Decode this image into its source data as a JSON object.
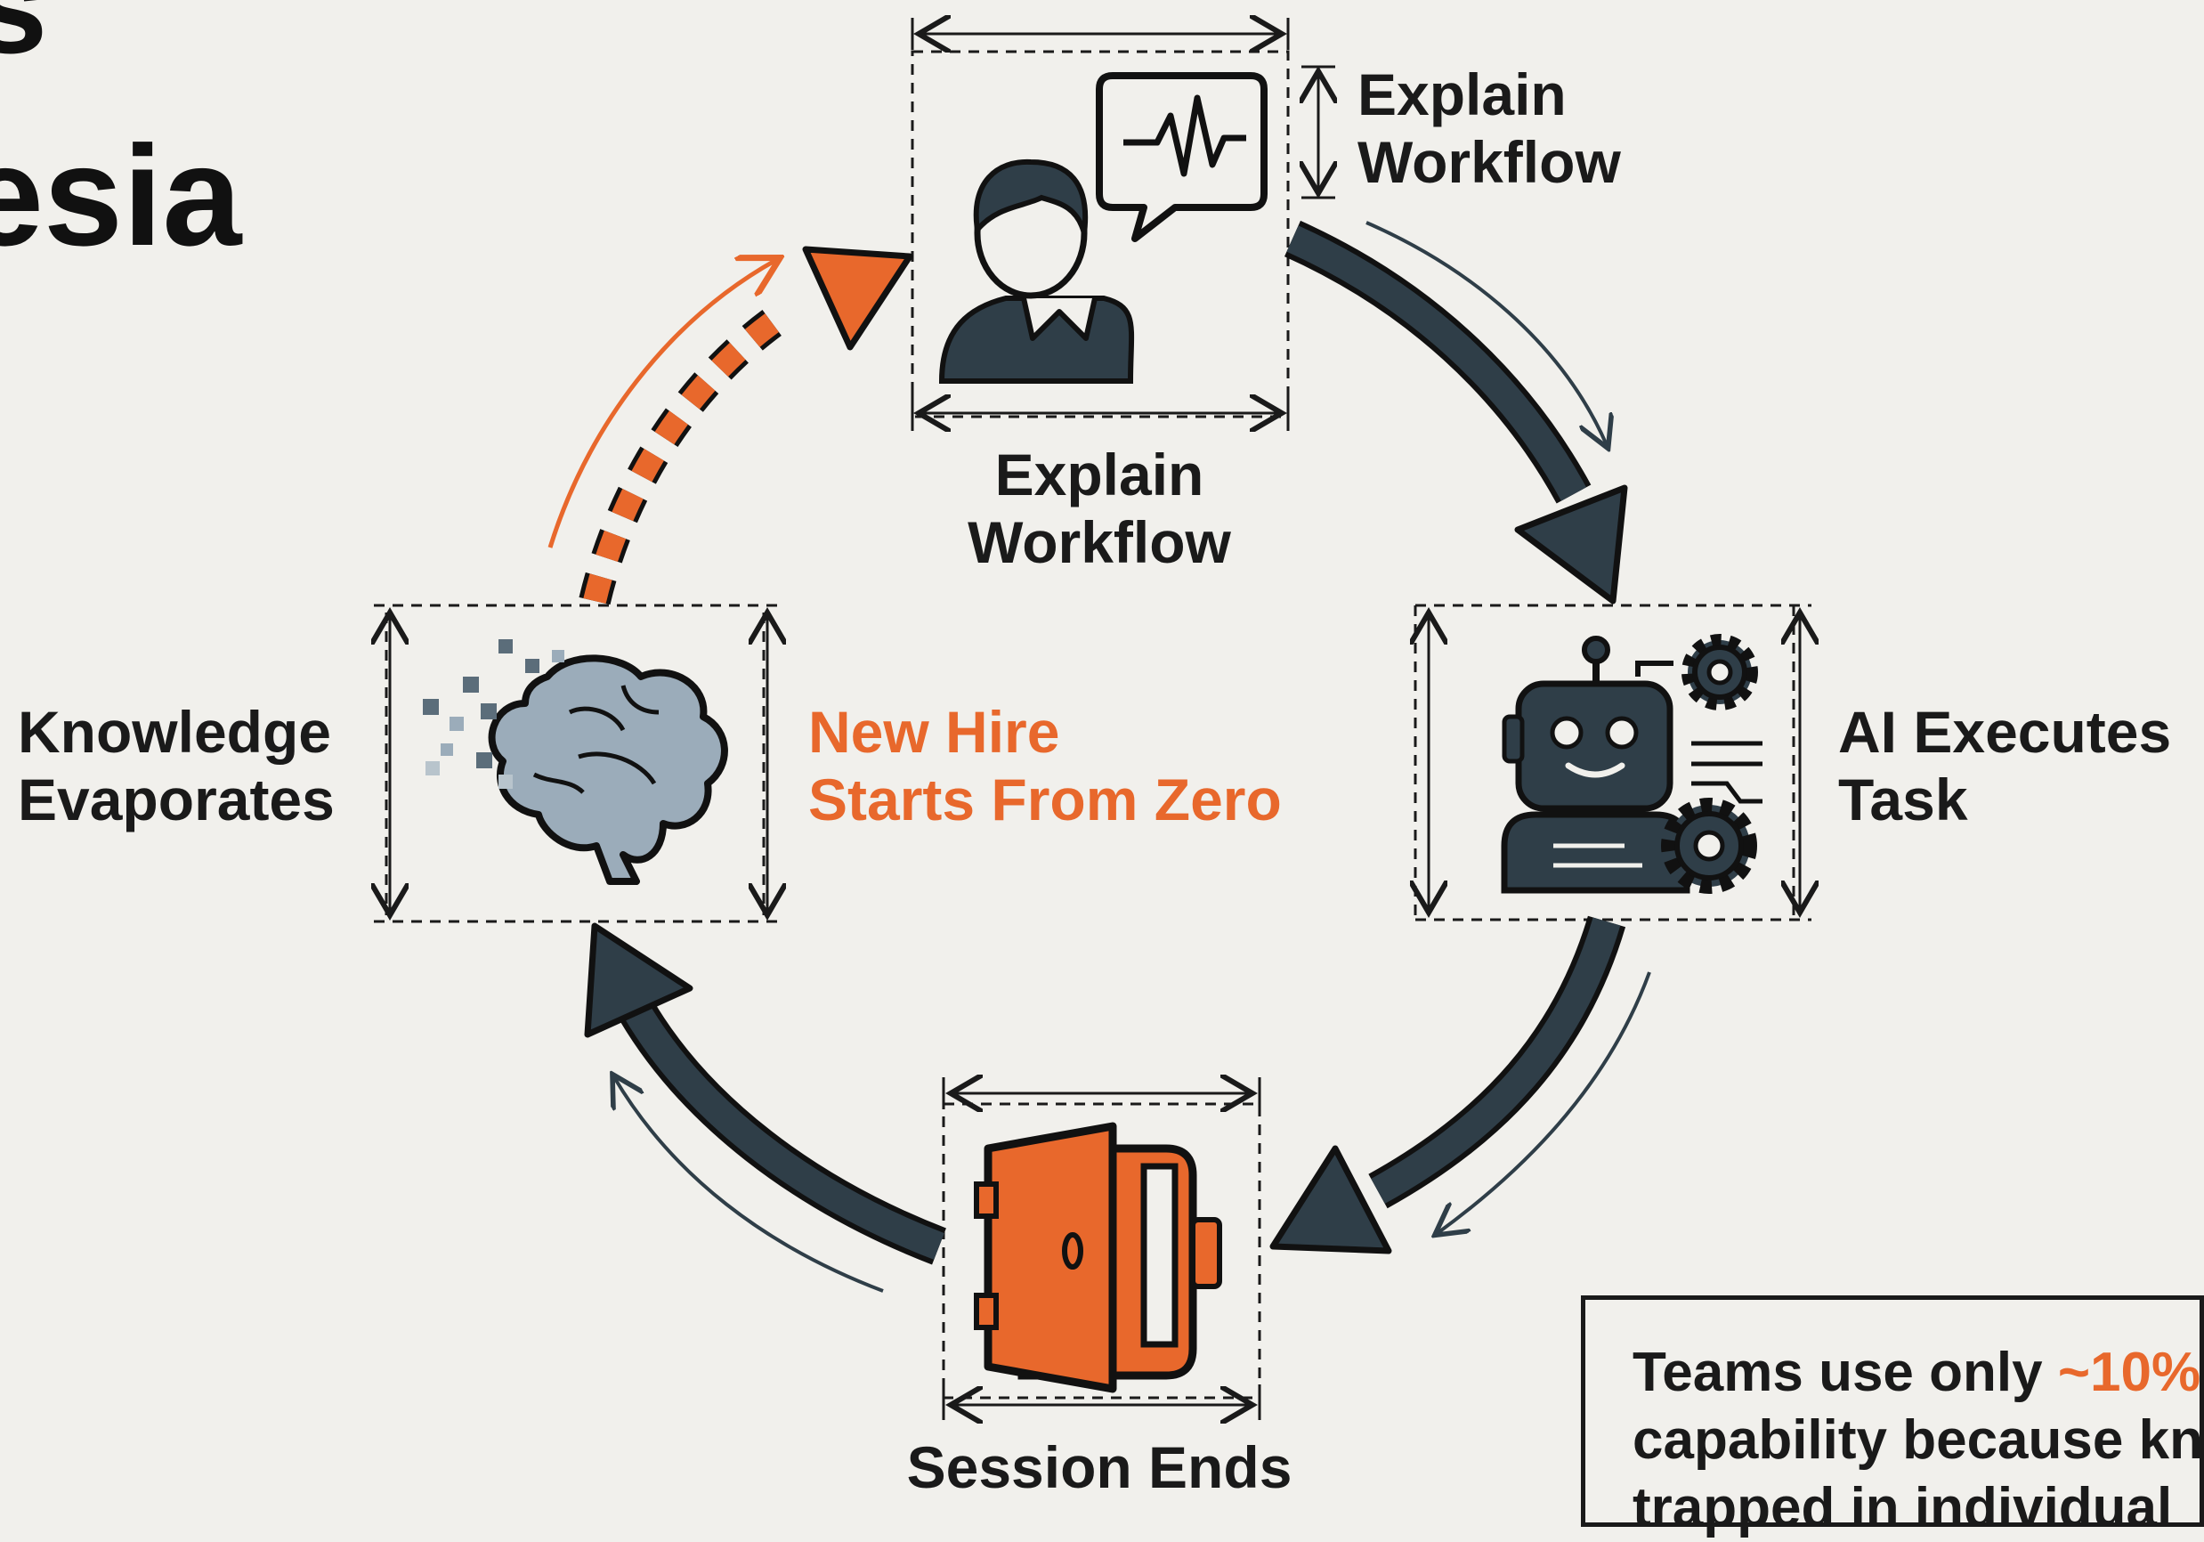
{
  "title": {
    "line1": "s",
    "line2": "esia"
  },
  "diagram": {
    "top_label_side": [
      "Explain",
      "Workflow"
    ],
    "top_label_below": [
      "Explain",
      "Workflow"
    ],
    "right_label": [
      "AI Executes",
      "Task"
    ],
    "bottom_label": "Session Ends",
    "left_label": [
      "Knowledge",
      "Evaporates"
    ],
    "center_label": [
      "New Hire",
      "Starts From Zero"
    ]
  },
  "callout": {
    "line1_prefix": "Teams use only ",
    "line1_highlight": "~10%",
    "line2": "capability because kn",
    "line3": "trapped in individual"
  },
  "colors": {
    "accent": "#e8682c",
    "dark": "#2f3e48",
    "text": "#1a1a1a",
    "background": "#f1f0ec"
  },
  "icons": [
    "person-icon",
    "speech-bubble-icon",
    "robot-icon",
    "gear-icon",
    "door-icon",
    "brain-icon"
  ]
}
